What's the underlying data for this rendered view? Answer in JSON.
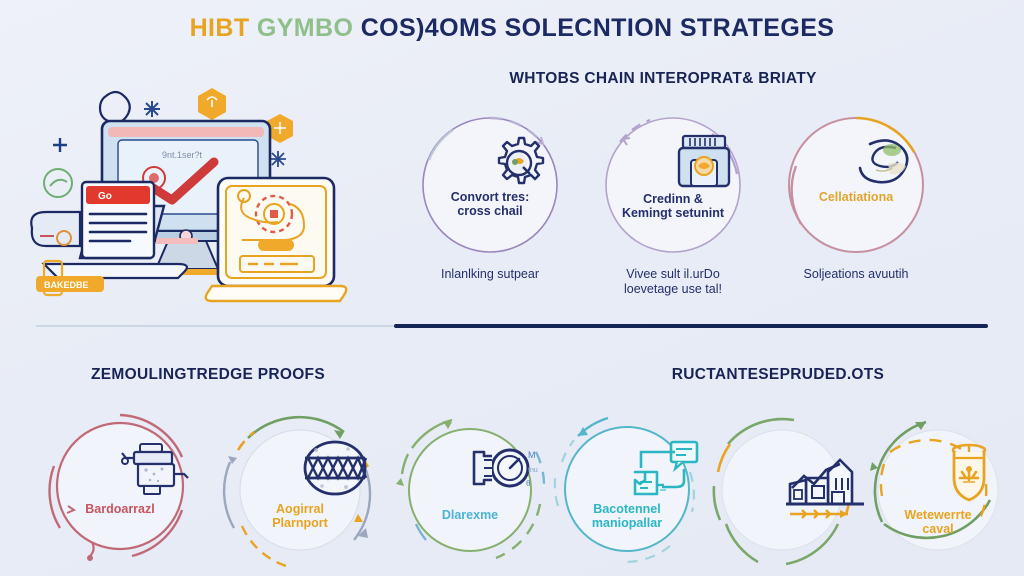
{
  "title": {
    "text": "HIBT GYMBO COS)4OMS SOLECNTION STRATEGES",
    "lead": "HIBT",
    "accent": "GYMBO",
    "rest": "COS)4OMS SOLECNTION STRATEGES"
  },
  "colors": {
    "background": "#e9edf7",
    "heading_navy": "#172455",
    "divider_dark": "#132455",
    "divider_light": "#ccd6e4",
    "accent_gold": "#e8a421",
    "accent_teal": "#2bb6c4",
    "accent_green": "#7aa86a",
    "accent_red": "#c94a5a",
    "accent_purple": "#9b86bd",
    "accent_blue": "#5b9bd5"
  },
  "sections": [
    {
      "id": "interoperability",
      "heading": "WHTOBS CHAIN INTEROPRAT& BRIATY",
      "nodes": [
        {
          "icon": "gear-magnifier-icon",
          "inner_label": "Convort tres:\ncross chail",
          "inner_color": "#24306b",
          "caption": "Inlanlking sutpear",
          "ring_color": "#9b86bd"
        },
        {
          "icon": "ledger-archive-icon",
          "inner_label": "Credinn &\nKemingt setunint",
          "inner_color": "#24306b",
          "caption": "Vivee sult il.urDo\nloevetage use tal!",
          "ring_color": "#b3a3cc"
        },
        {
          "icon": "swirl-globe-icon",
          "inner_label": "Cellatiationa",
          "inner_color": "#e0a62c",
          "caption": "Soljeations avuutih",
          "ring_color": "#c7909f"
        }
      ]
    },
    {
      "id": "zero-knowledge-proofs",
      "heading": "ZEMOULINGTREDGE PROOFS",
      "nodes": [
        {
          "icon": "server-stack-icon",
          "inner_label": "Bardoarrazl",
          "inner_color": "#c7545f",
          "caption": "",
          "ring_color": "#c06a76"
        },
        {
          "icon": "lattice-globe-icon",
          "inner_label": "Aogirral\nPlarnport",
          "inner_color": "#e8a421",
          "caption": "",
          "ring_color": "#e8a421"
        },
        {
          "icon": "gauge-meter-icon",
          "inner_label": "Dlarexme",
          "inner_color": "#4cb3d4",
          "caption": "",
          "ring_color": "#86b06e"
        }
      ]
    },
    {
      "id": "regulated-assets",
      "heading": "RUCTANTESEPRUDED.OTS",
      "nodes": [
        {
          "icon": "flow-nodes-icon",
          "inner_label": "Bacotennel\nmaniopallar",
          "inner_color": "#2bb6c4",
          "caption": "",
          "ring_color": "#54b6c9"
        },
        {
          "icon": "city-growth-icon",
          "inner_label": "",
          "inner_color": "#24306b",
          "caption": "",
          "ring_color": "#8aa86e"
        },
        {
          "icon": "shield-badge-icon",
          "inner_label": "Wetewerrte\ncaval",
          "inner_color": "#e8a421",
          "caption": "",
          "ring_color": "#6f9f63"
        }
      ]
    }
  ],
  "hero": {
    "name": "devices-blockchain-illustration",
    "badge_label": "BAKEDBE",
    "monitor_label": "Go",
    "screen_caption": "9nt.1ser?t"
  }
}
